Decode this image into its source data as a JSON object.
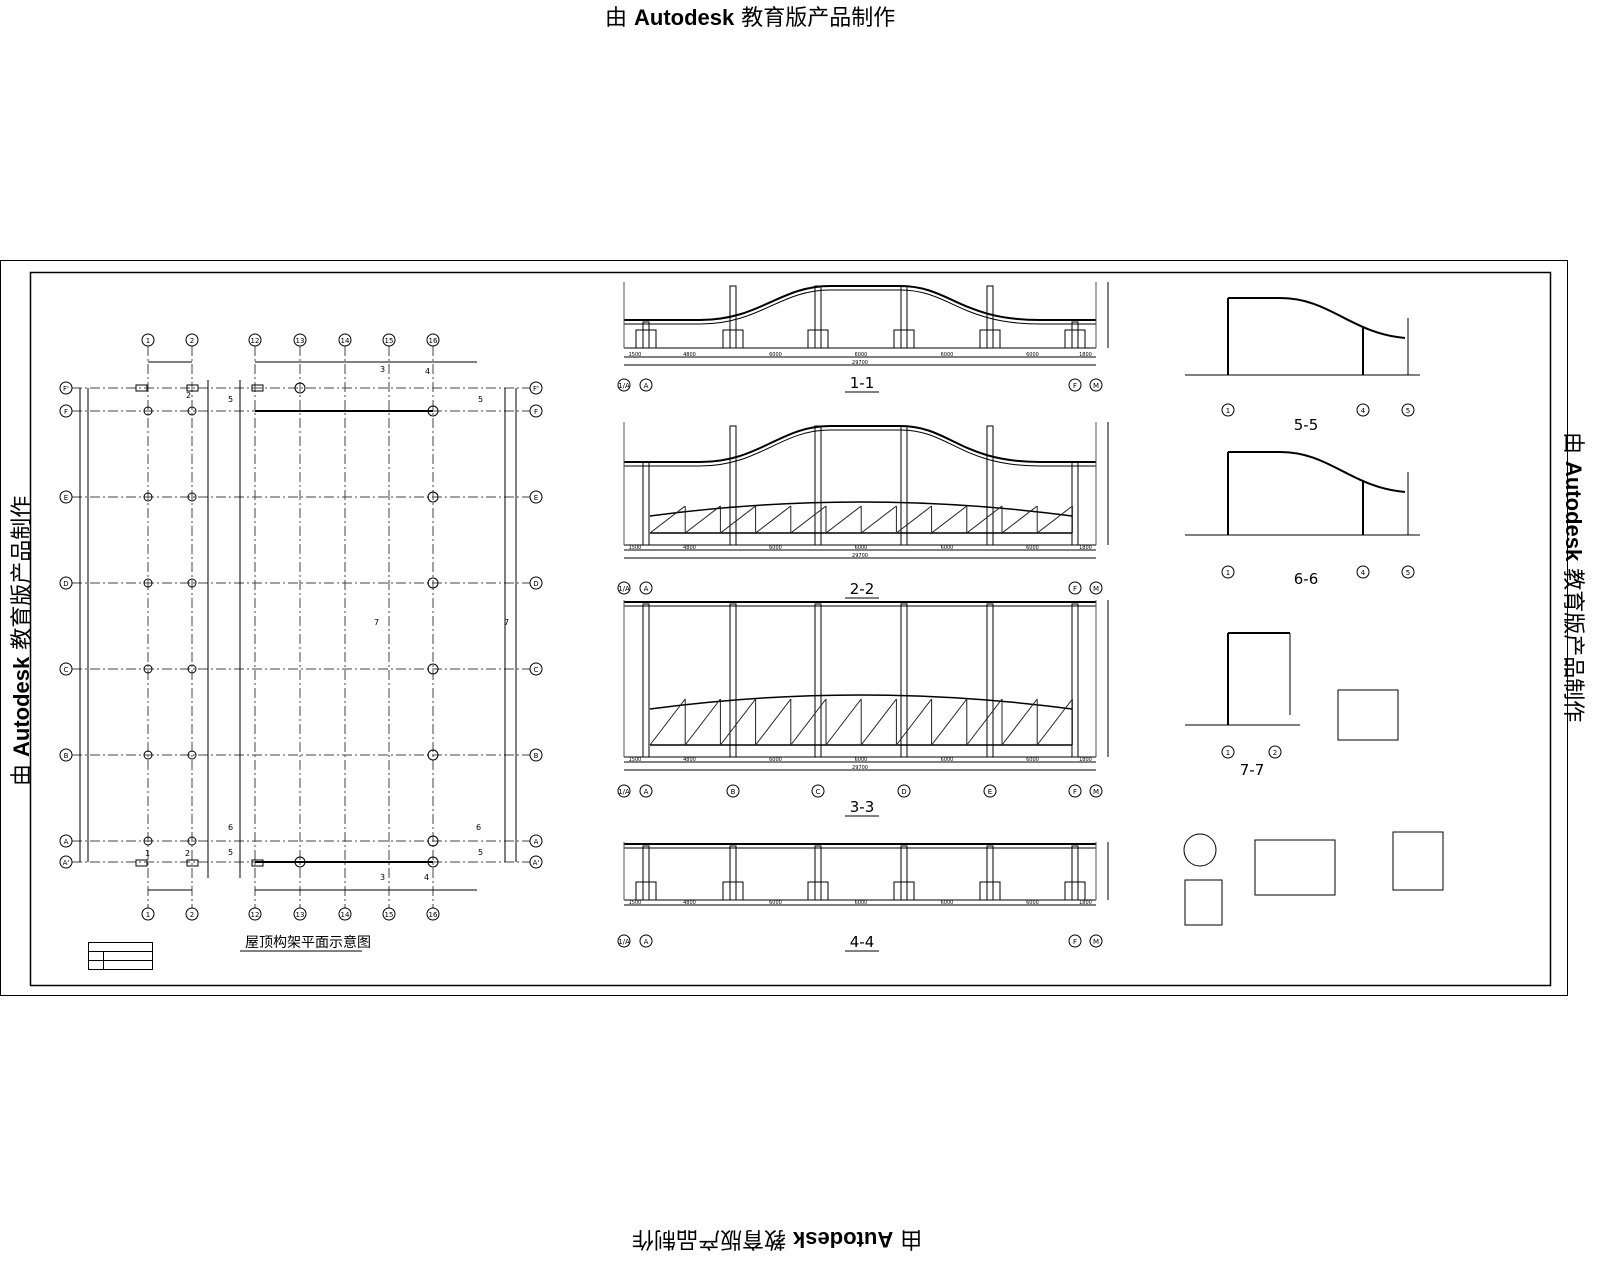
{
  "watermark": {
    "prefix": "由 ",
    "brand": "Autodesk",
    "suffix": " 教育版产品制作"
  },
  "plan": {
    "title": "屋顶构架平面示意图",
    "left_axes": [
      "1",
      "2"
    ],
    "right_axes": [
      "12",
      "13",
      "14",
      "15",
      "16"
    ],
    "rows": [
      "F'",
      "F",
      "E",
      "D",
      "C",
      "B",
      "A",
      "A'"
    ],
    "marks": [
      "1",
      "2",
      "3",
      "4",
      "5",
      "6",
      "7"
    ]
  },
  "sections": [
    {
      "label": "1-1",
      "axes": [
        "1/A",
        "A",
        "F",
        "M"
      ],
      "dims": [
        "1500",
        "4800",
        "6000",
        "6000",
        "6000",
        "6000",
        "1800"
      ],
      "total": "29700"
    },
    {
      "label": "2-2",
      "axes": [
        "1/A",
        "A",
        "F",
        "M"
      ],
      "dims": [
        "1500",
        "4800",
        "6000",
        "6000",
        "6000",
        "6000",
        "1800"
      ],
      "total": "29700"
    },
    {
      "label": "3-3",
      "axes": [
        "1/A",
        "A",
        "B",
        "C",
        "D",
        "E",
        "F",
        "M"
      ],
      "dims": [
        "1500",
        "4800",
        "6000",
        "6000",
        "6000",
        "6000",
        "1800"
      ],
      "total": "29700"
    },
    {
      "label": "4-4",
      "axes": [
        "1/A",
        "A",
        "F",
        "M"
      ],
      "dims": [
        "1500",
        "4800",
        "6000",
        "6000",
        "6000",
        "6000",
        "1800"
      ],
      "total": ""
    }
  ],
  "small_sections": [
    {
      "label": "5-5",
      "axes": [
        "1",
        "4",
        "5"
      ]
    },
    {
      "label": "6-6",
      "axes": [
        "1",
        "4",
        "5"
      ]
    },
    {
      "label": "7-7",
      "axes": [
        "1",
        "2"
      ]
    }
  ]
}
